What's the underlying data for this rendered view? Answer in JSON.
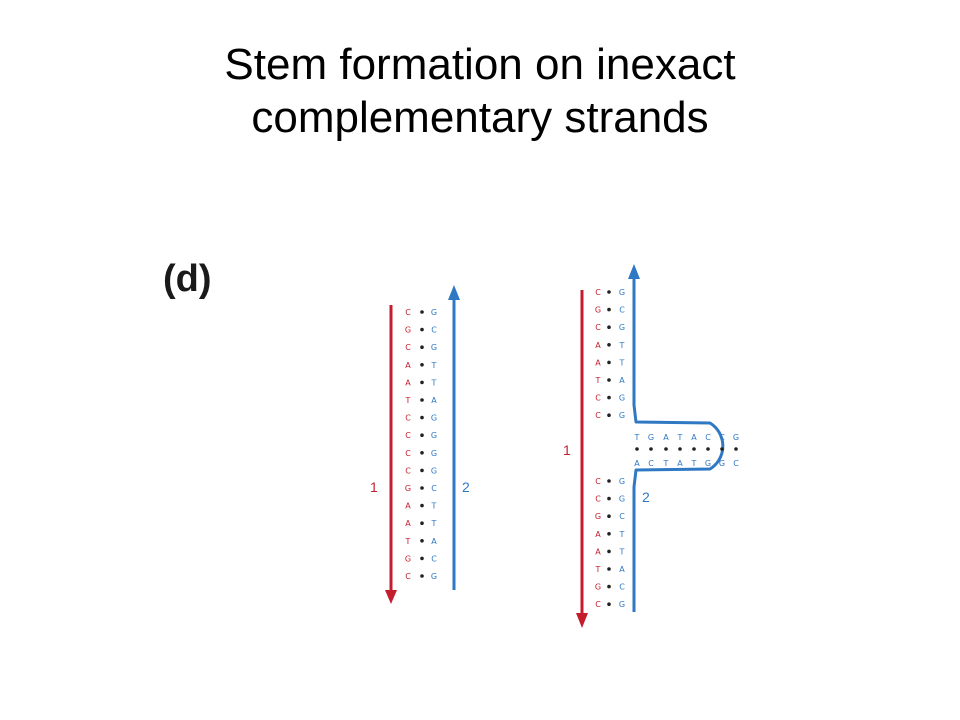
{
  "title": {
    "line1": "Stem formation on inexact",
    "line2": "complementary strands"
  },
  "panel_label": "(d)",
  "colors": {
    "strand1": "#c41e2e",
    "strand2": "#2f78c4",
    "pair_dot": "#222222"
  },
  "diagram_left": {
    "strand1_label": "1",
    "strand2_label": "2",
    "strand1_bases": [
      "C",
      "G",
      "C",
      "A",
      "A",
      "T",
      "C",
      "C",
      "C",
      "C",
      "G",
      "A",
      "A",
      "T",
      "G",
      "C"
    ],
    "strand2_bases": [
      "G",
      "C",
      "G",
      "T",
      "T",
      "A",
      "G",
      "G",
      "G",
      "G",
      "C",
      "T",
      "T",
      "A",
      "C",
      "G"
    ]
  },
  "diagram_right": {
    "strand1_label": "1",
    "strand2_label": "2",
    "upper_strand1_bases": [
      "C",
      "G",
      "C",
      "A",
      "A",
      "T",
      "C",
      "C"
    ],
    "upper_strand2_bases": [
      "G",
      "C",
      "G",
      "T",
      "T",
      "A",
      "G",
      "G"
    ],
    "lower_strand1_bases": [
      "C",
      "C",
      "G",
      "A",
      "A",
      "T",
      "G",
      "C"
    ],
    "lower_strand2_bases": [
      "G",
      "G",
      "C",
      "T",
      "T",
      "A",
      "C",
      "G"
    ],
    "loop_top_bases": [
      "T",
      "G",
      "A",
      "T",
      "A",
      "C",
      "C",
      "G"
    ],
    "loop_bottom_bases": [
      "A",
      "C",
      "T",
      "A",
      "T",
      "G",
      "G",
      "C"
    ]
  }
}
